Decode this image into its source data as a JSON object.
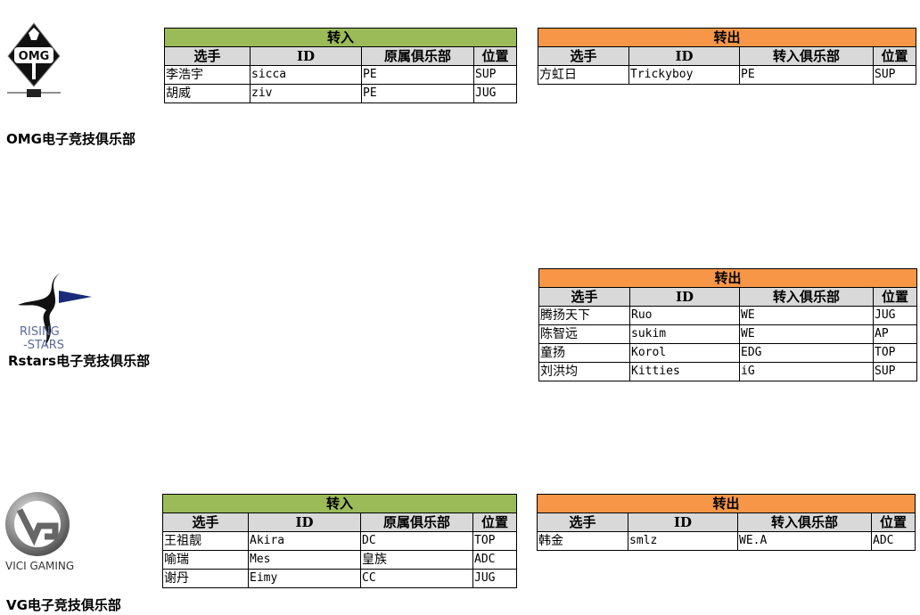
{
  "colors": {
    "in_header": "#9bbb59",
    "out_header": "#f79646"
  },
  "teams": [
    {
      "name": "OMG电子竞技俱乐部",
      "logo": "omg-logo",
      "in": {
        "title": "转入",
        "headers": [
          "选手",
          "ID",
          "原属俱乐部",
          "位置"
        ],
        "rows": [
          [
            "李浩宇",
            "sicca",
            "PE",
            "SUP"
          ],
          [
            "胡威",
            "ziv",
            "PE",
            "JUG"
          ]
        ]
      },
      "out": {
        "title": "转出",
        "headers": [
          "选手",
          "ID",
          "转入俱乐部",
          "位置"
        ],
        "rows": [
          [
            "方虹日",
            "Trickyboy",
            "PE",
            "SUP"
          ]
        ]
      }
    },
    {
      "name": "Rstars电子竞技俱乐部",
      "logo": "rising-stars-logo",
      "logo_text": [
        "RISING",
        "STARS"
      ],
      "out": {
        "title": "转出",
        "headers": [
          "选手",
          "ID",
          "转入俱乐部",
          "位置"
        ],
        "rows": [
          [
            "腾扬天下",
            "Ruo",
            "WE",
            "JUG"
          ],
          [
            "陈智远",
            "sukim",
            "WE",
            "AP"
          ],
          [
            "童扬",
            "Korol",
            "EDG",
            "TOP"
          ],
          [
            "刘洪均",
            "Kitties",
            "iG",
            "SUP"
          ]
        ]
      }
    },
    {
      "name": "VG电子竞技俱乐部",
      "logo": "vici-gaming-logo",
      "logo_text": [
        "VICI GAMING"
      ],
      "in": {
        "title": "转入",
        "headers": [
          "选手",
          "ID",
          "原属俱乐部",
          "位置"
        ],
        "rows": [
          [
            "王祖靓",
            "Akira",
            "DC",
            "TOP"
          ],
          [
            "喻瑞",
            "Mes",
            "皇族",
            "ADC"
          ],
          [
            "谢丹",
            "Eimy",
            "CC",
            "JUG"
          ]
        ]
      },
      "out": {
        "title": "转出",
        "headers": [
          "选手",
          "ID",
          "转入俱乐部",
          "位置"
        ],
        "rows": [
          [
            "韩金",
            "smlz",
            "WE.A",
            "ADC"
          ]
        ]
      }
    }
  ]
}
